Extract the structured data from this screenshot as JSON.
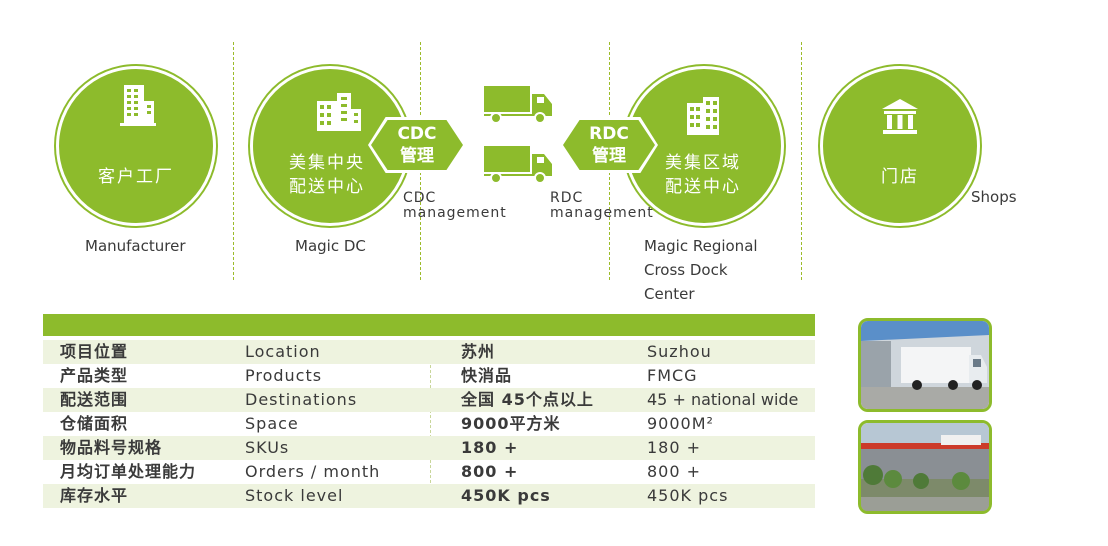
{
  "flow": {
    "factory": {
      "label": "客户工厂",
      "caption": "Manufacturer"
    },
    "cdc": {
      "label_line1": "美集中央",
      "label_line2": "配送中心",
      "caption": "Magic DC"
    },
    "cdc_badge": {
      "line1": "CDC",
      "line2": "管理",
      "caption_line1": "CDC",
      "caption_line2": "management"
    },
    "rdc_badge": {
      "line1": "RDC",
      "line2": "管理",
      "caption_line1": "RDC",
      "caption_line2": "management"
    },
    "rdc": {
      "label_line1": "美集区域",
      "label_line2": "配送中心",
      "caption_line1": "Magic Regional",
      "caption_line2": "Cross Dock",
      "caption_line3": "Center"
    },
    "shops": {
      "label": "门店",
      "caption": "Shops"
    }
  },
  "table": {
    "rows": [
      {
        "cn_label": "项目位置",
        "en_label": "Location",
        "cn_value": "苏州",
        "en_value": "Suzhou"
      },
      {
        "cn_label": "产品类型",
        "en_label": "Products",
        "cn_value": "快消品",
        "en_value": "FMCG"
      },
      {
        "cn_label": "配送范围",
        "en_label": "Destinations",
        "cn_value": "全国 45个点以上",
        "en_value": "45 + national wide"
      },
      {
        "cn_label": "仓储面积",
        "en_label": "Space",
        "cn_value": "9000平方米",
        "en_value": "9000M²"
      },
      {
        "cn_label": "物品料号规格",
        "en_label": "SKUs",
        "cn_value": "180 +",
        "en_value": "180 +"
      },
      {
        "cn_label": "月均订单处理能力",
        "en_label": "Orders / month",
        "cn_value": "800 +",
        "en_value": "800 +"
      },
      {
        "cn_label": "库存水平",
        "en_label": "Stock level",
        "cn_value": "450K pcs",
        "en_value": "450K pcs"
      }
    ]
  },
  "colors": {
    "accent": "#8dbb2c",
    "row_alt": "#eef3df",
    "text": "#3a3a3a"
  },
  "icons": [
    "building-icon",
    "building-icon",
    "truck-icon",
    "truck-icon",
    "building-icon",
    "bank-icon"
  ]
}
